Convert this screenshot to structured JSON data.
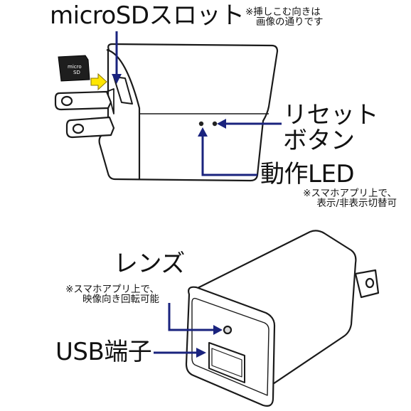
{
  "labels": {
    "microsd_slot": "microSDスロット",
    "microsd_note_line1": "※挿しこむ向きは",
    "microsd_note_line2": "画像の通りです",
    "reset_button_line1": "リセット",
    "reset_button_line2": "ボタン",
    "led": "動作LED",
    "led_note_line1": "※スマホアプリ上で、",
    "led_note_line2": "表示/非表示切替可",
    "lens": "レンズ",
    "lens_note_line1": "※スマホアプリ上で、",
    "lens_note_line2": "映像向き回転可能",
    "usb_port": "USB端子"
  },
  "card_text": {
    "line1": "micro",
    "line2": "SD"
  },
  "colors": {
    "arrow_blue": "#1a237e",
    "insert_arrow_yellow": "#ffe600",
    "outline": "#1a1a1a"
  }
}
